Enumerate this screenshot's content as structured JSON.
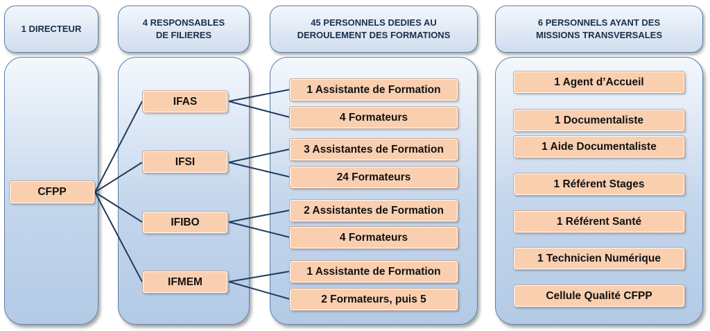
{
  "headers": {
    "director": "1 DIRECTEUR",
    "responsables": "4 RESPONSABLES\nDE FILIERES",
    "personnels": "45 PERSONNELS DEDIES AU\nDEROULEMENT DES FORMATIONS",
    "transversal": "6 PERSONNELS AYANT DES\nMISSIONS TRANSVERSALES"
  },
  "director": {
    "label": "CFPP"
  },
  "filieres": [
    {
      "label": "IFAS",
      "staff": [
        "1 Assistante de Formation",
        "4 Formateurs"
      ]
    },
    {
      "label": "IFSI",
      "staff": [
        "3 Assistantes de Formation",
        "24 Formateurs"
      ]
    },
    {
      "label": "IFIBO",
      "staff": [
        "2 Assistantes de Formation",
        "4 Formateurs"
      ]
    },
    {
      "label": "IFMEM",
      "staff": [
        "1 Assistante de Formation",
        "2 Formateurs, puis 5"
      ]
    }
  ],
  "transversal_roles": [
    "1 Agent d’Accueil",
    "1 Documentaliste",
    "1 Aide Documentaliste",
    "1 Référent Stages",
    "1 Référent Santé",
    "1 Technicien Numérique",
    "Cellule Qualité CFPP"
  ]
}
